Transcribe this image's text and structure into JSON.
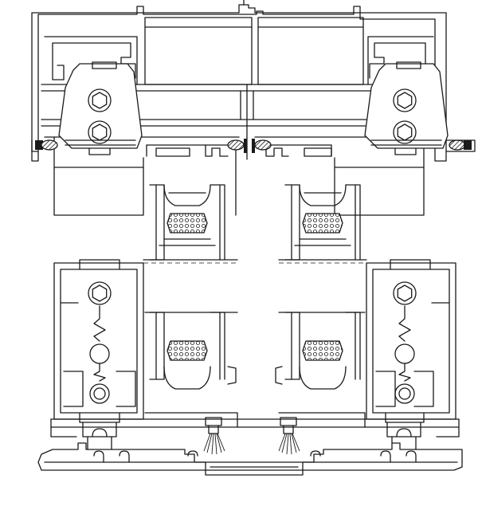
{
  "drawing": {
    "kind": "technical-section-drawing",
    "line_color": "#1a1a1a",
    "background": "#ffffff",
    "components": [
      "top-frame",
      "roller-carriage-left",
      "roller-carriage-right",
      "glazing-bead-left",
      "glazing-bead-right",
      "bottom-carriage-left",
      "bottom-carriage-right",
      "bottom-track",
      "brush-seal-left",
      "brush-seal-right"
    ]
  }
}
